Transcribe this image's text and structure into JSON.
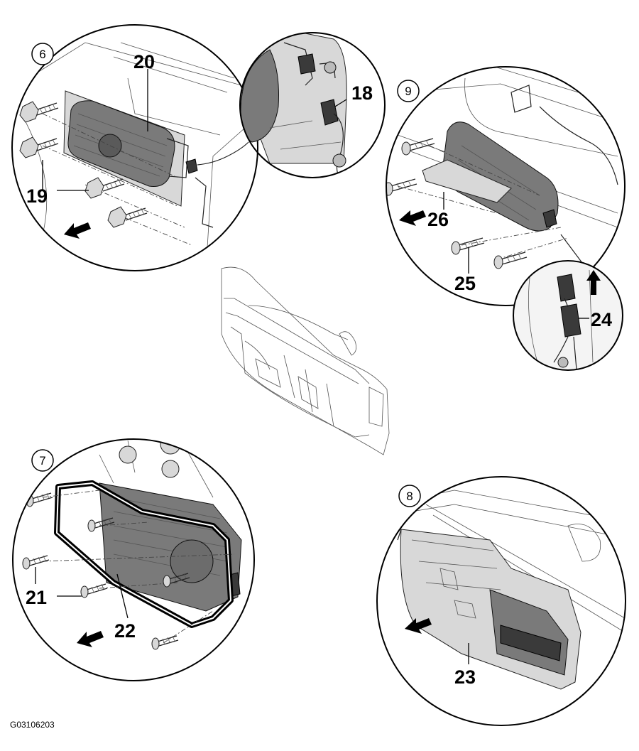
{
  "steps": {
    "step6": "6",
    "step7": "7",
    "step8": "8",
    "step9": "9"
  },
  "callouts": {
    "c18": "18",
    "c19": "19",
    "c20": "20",
    "c21": "21",
    "c22": "22",
    "c23": "23",
    "c24": "24",
    "c25": "25",
    "c26": "26"
  },
  "figure_code": "G03106203"
}
